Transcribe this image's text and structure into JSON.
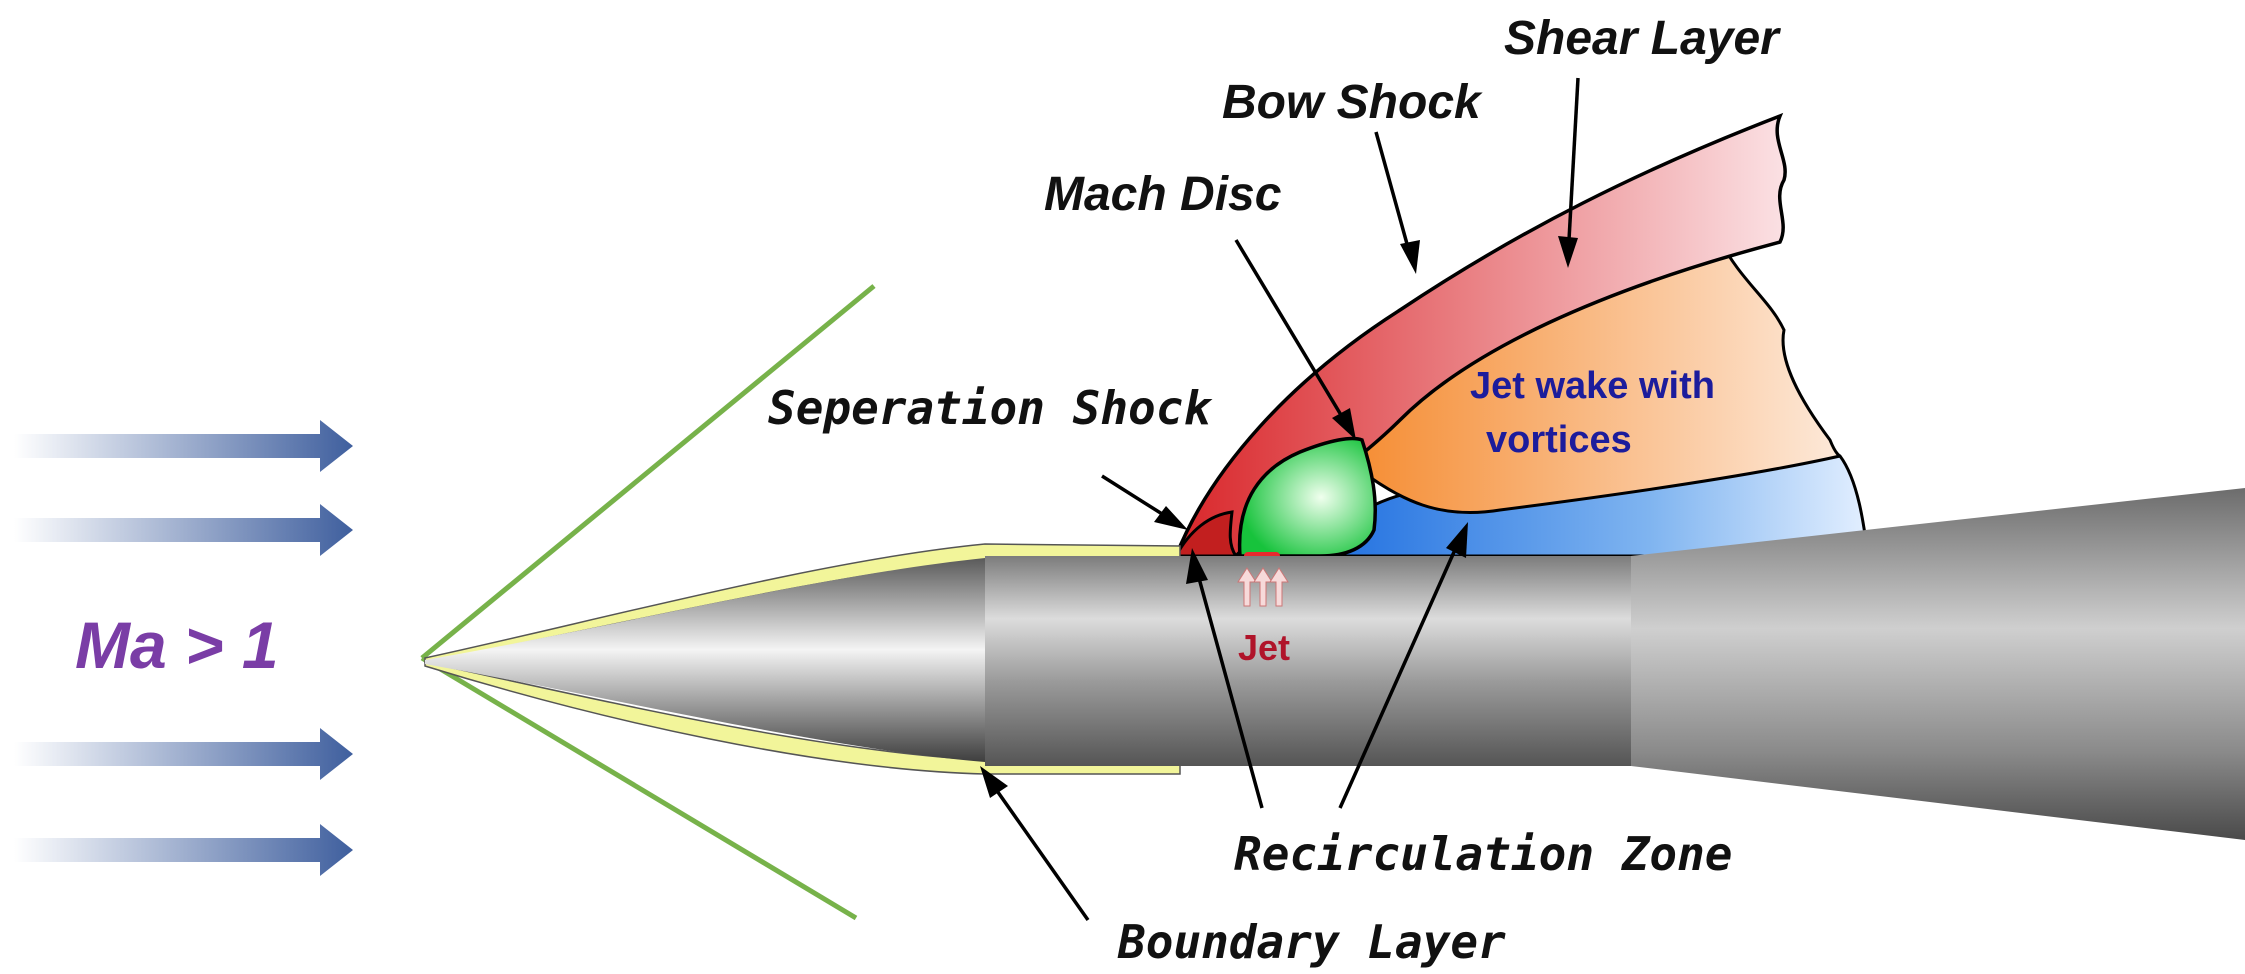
{
  "labels": {
    "shear_layer": "Shear Layer",
    "bow_shock": "Bow Shock",
    "mach_disc": "Mach Disc",
    "separation_shock": "Seperation Shock",
    "jet_wake_line1": "Jet wake with",
    "jet_wake_line2": "vortices",
    "jet": "Jet",
    "mach_number": "Ma > 1",
    "recirculation_zone": "Recirculation Zone",
    "boundary_layer": "Boundary Layer"
  },
  "colors": {
    "flow_arrow": "#3f5f9e",
    "cone_shock": "#77b24a",
    "boundary_layer": "#f2f59a",
    "bow_shock_region": "#e23a3a",
    "mach_disc_region": "#2fd24e",
    "jet_wake_region": "#f59a44",
    "recirculation_region": "#2e7fe6",
    "body": "#8e8e8e",
    "label_blue": "#1c1c9c",
    "label_jet": "#b0142a",
    "label_mach": "#7a3da6"
  }
}
